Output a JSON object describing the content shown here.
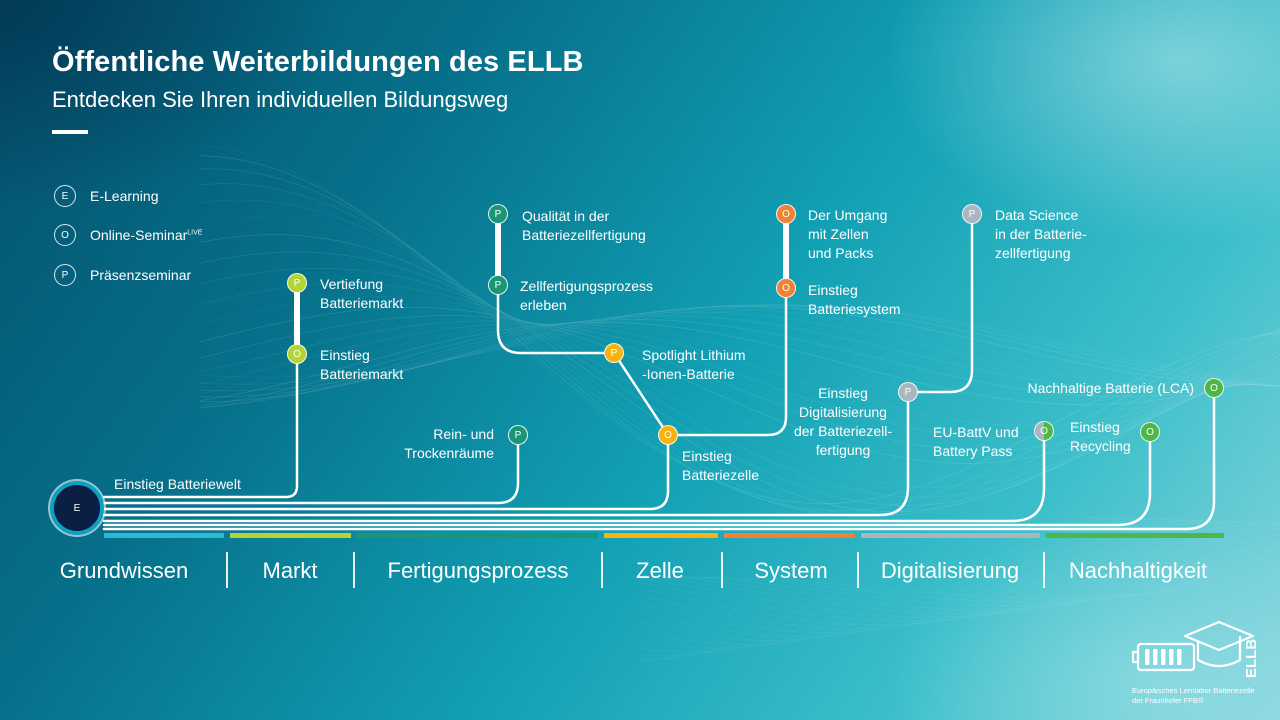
{
  "header": {
    "title": "Öffentliche Weiterbildungen des ELLB",
    "subtitle": "Entdecken Sie Ihren individuellen Bildungsweg"
  },
  "legend": [
    {
      "badge": "E",
      "label": "E-Learning"
    },
    {
      "badge": "O",
      "label": "Online-Seminar",
      "superscript": "LIVE"
    },
    {
      "badge": "P",
      "label": "Präsenzseminar"
    }
  ],
  "colors": {
    "grundwissen": "#2db9d3",
    "markt": "#b4d334",
    "fertigung": "#1b9577",
    "zelle": "#f7b314",
    "system": "#ef8234",
    "digital": "#a9b5bf",
    "nachhaltig": "#4db748"
  },
  "start": {
    "badge": "E",
    "label": "Einstieg Batteriewelt"
  },
  "courses": {
    "vertiefung_markt": {
      "badge": "P",
      "label": "Vertiefung\nBatteriemarkt"
    },
    "einstieg_markt": {
      "badge": "O",
      "label": "Einstieg\nBatteriemarkt"
    },
    "qualitaet": {
      "badge": "P",
      "label": "Qualität in der\nBatteriezellfertigung"
    },
    "zellfertigung": {
      "badge": "P",
      "label": "Zellfertigungsprozess\nerleben"
    },
    "rein": {
      "badge": "P",
      "label": "Rein- und\nTrockenräume"
    },
    "spotlight": {
      "badge": "P",
      "label": "Spotlight Lithium\n-Ionen-Batterie"
    },
    "einstieg_zelle": {
      "badge": "O",
      "label": "Einstieg\nBatteriezelle"
    },
    "umgang": {
      "badge": "O",
      "label": "Der Umgang\nmit Zellen\nund Packs"
    },
    "einstieg_system": {
      "badge": "O",
      "label": "Einstieg\nBatteriesystem"
    },
    "data_science": {
      "badge": "P",
      "label": "Data Science\nin der Batterie-\nzellfertigung"
    },
    "einstieg_digital": {
      "badge": "P",
      "label": "Einstieg\nDigitalisierung\nder Batteriezell-\nfertigung"
    },
    "eu_battv": {
      "badge": "O",
      "label": "EU-BattV und\nBattery Pass"
    },
    "einstieg_recycling": {
      "badge": "O",
      "label": "Einstieg\nRecycling"
    },
    "lca": {
      "badge": "O",
      "label": "Nachhaltige Batterie (LCA)"
    }
  },
  "categories": [
    {
      "label": "Grundwissen",
      "color": "#2db9d3"
    },
    {
      "label": "Markt",
      "color": "#b4d334"
    },
    {
      "label": "Fertigungsprozess",
      "color": "#1b9577"
    },
    {
      "label": "Zelle",
      "color": "#f7b314"
    },
    {
      "label": "System",
      "color": "#ef8234"
    },
    {
      "label": "Digitalisierung",
      "color": "#a9b5bf"
    },
    {
      "label": "Nachhaltigkeit",
      "color": "#4db748"
    }
  ],
  "logo": {
    "text": "ELLB",
    "caption": "Europäisches Lernlabor Batteriezelle\nder Fraunhofer FFB®"
  }
}
